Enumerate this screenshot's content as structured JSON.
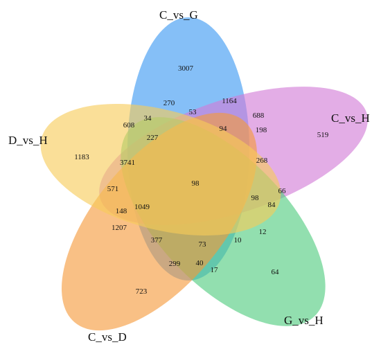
{
  "diagram": {
    "type": "venn",
    "sets": [
      {
        "id": "cg",
        "label": "C_vs_G",
        "color": "#3a97f2"
      },
      {
        "id": "ch",
        "label": "C_vs_H",
        "color": "#d27ad6"
      },
      {
        "id": "gh",
        "label": "G_vs_H",
        "color": "#4fcc7e"
      },
      {
        "id": "cd",
        "label": "C_vs_D",
        "color": "#f59a3a"
      },
      {
        "id": "dh",
        "label": "D_vs_H",
        "color": "#f7cb58"
      }
    ],
    "counts": [
      "3007",
      "1164",
      "270",
      "53",
      "688",
      "34",
      "94",
      "198",
      "608",
      "227",
      "519",
      "1183",
      "268",
      "3741",
      "98",
      "571",
      "66",
      "98",
      "84",
      "148",
      "1049",
      "1207",
      "12",
      "377",
      "73",
      "10",
      "299",
      "40",
      "17",
      "64",
      "723"
    ]
  }
}
